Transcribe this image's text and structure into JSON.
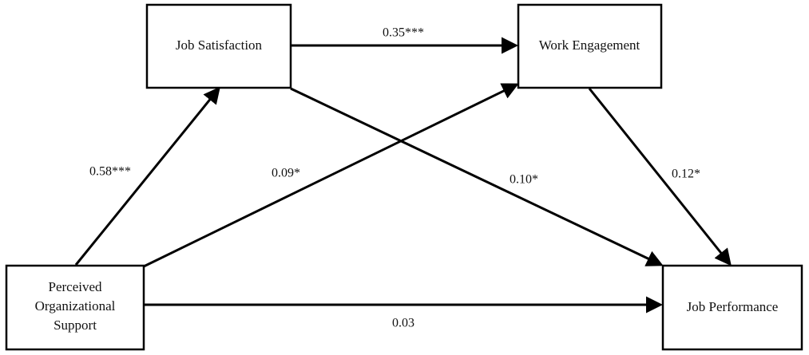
{
  "nodes": {
    "job_satisfaction": {
      "label": "Job Satisfaction"
    },
    "work_engagement": {
      "label": "Work Engagement"
    },
    "perceived_organizational_support": {
      "lines": [
        "Perceived",
        "Organizational",
        "Support"
      ]
    },
    "job_performance": {
      "label": "Job Performance"
    }
  },
  "edges": {
    "pos_to_js": {
      "label": "0.58***"
    },
    "js_to_we": {
      "label": "0.35***"
    },
    "pos_to_we": {
      "label": "0.09*"
    },
    "js_to_jp": {
      "label": "0.10*"
    },
    "we_to_jp": {
      "label": "0.12*"
    },
    "pos_to_jp": {
      "label": "0.03"
    }
  },
  "colors": {
    "line": "#000000",
    "text": "#111111",
    "background": "#ffffff"
  }
}
